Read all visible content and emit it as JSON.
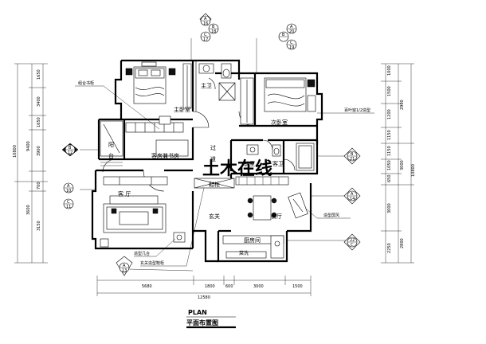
{
  "title": {
    "en": "PLAN",
    "cn": "平面布置图"
  },
  "rooms": {
    "master_bedroom": "主卧室",
    "master_bath": "主卫",
    "second_bedroom": "次卧室",
    "guest_study": "客房兼书房",
    "balcony_1": "阳",
    "balcony_2": "台",
    "corridor_1": "过",
    "corridor_2": "道",
    "front_room": "前室",
    "guest_bath": "客卫",
    "living_room": "客  厅",
    "shoe_cabinet": "鞋柜",
    "foyer": "玄关",
    "dining_room": "餐厅",
    "kitchen": "厨房间",
    "kitchen_sub": "菜洗"
  },
  "callouts": {
    "combo_bookcase": "组合书柜",
    "window_blind": "百叶窗1/2造型",
    "feature_screen": "造型屏风",
    "coffee_table": "造型几合",
    "foyer_cabinet": "玄关造型鞋柜"
  },
  "elevation_tags": [
    {
      "id": "tag-a16",
      "top": "A",
      "bottom": "16"
    },
    {
      "id": "tag-c17",
      "top": "C",
      "bottom": "17"
    },
    {
      "id": "tag-b18",
      "top": "B",
      "bottom": "18"
    },
    {
      "id": "tag-a20",
      "top": "A",
      "bottom": "20"
    },
    {
      "id": "tag-c19",
      "top": "C",
      "bottom": "19"
    },
    {
      "id": "tag-b12",
      "top": "B",
      "bottom": "12"
    },
    {
      "id": "tag-a10",
      "top": "A",
      "bottom": "10"
    },
    {
      "id": "tag-c11",
      "top": "C",
      "bottom": "11"
    },
    {
      "id": "tag-a13",
      "top": "A",
      "bottom": "13"
    },
    {
      "id": "tag-b21",
      "top": "B",
      "bottom": "21"
    },
    {
      "id": "tag-a14",
      "top": "A",
      "bottom": "14"
    },
    {
      "id": "tag-c22",
      "top": "22",
      "bottom": "C"
    }
  ],
  "dimensions": {
    "bottom": [
      "5680",
      "1800",
      "600",
      "3000",
      "1500"
    ],
    "bottom_total": "12580",
    "left_inner": [
      "1650",
      "3400",
      "1650",
      "3900",
      "700",
      "3150"
    ],
    "left_outer": [
      "10800",
      "9400",
      "3600"
    ],
    "right_inner": [
      "1000",
      "1500",
      "1200",
      "1150",
      "1150",
      "1050",
      "650",
      "3000",
      "2250"
    ],
    "right_outer": [
      "2900",
      "3000",
      "2800"
    ],
    "right_total": "10800"
  },
  "watermark": "土木在线"
}
